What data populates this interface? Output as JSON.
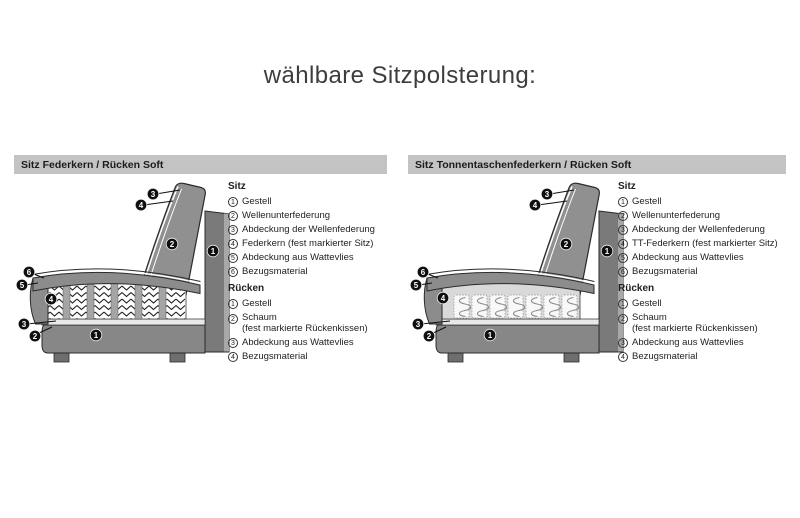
{
  "title": "wählbare Sitzpolsterung:",
  "colors": {
    "header_bg": "#c3c3c3",
    "cushion_gray": "#8f8f8f",
    "frame_gray": "#7a7a7a",
    "base_gray": "#878787",
    "pocket_row_bg": "#d9d9d9",
    "spring_box_bg": "#ffffff",
    "callout_bg": "#0f0f0f"
  },
  "panels": [
    {
      "id": "federkern",
      "header": "Sitz Federkern / Rücken Soft",
      "diagram": {
        "type": "federkern-springs",
        "callouts": [
          "3",
          "4",
          "2",
          "1",
          "6",
          "5",
          "4",
          "3",
          "2",
          "1"
        ]
      },
      "legend": {
        "sections": [
          {
            "title": "Sitz",
            "items": [
              {
                "num": "1",
                "text": "Gestell"
              },
              {
                "num": "2",
                "text": "Wellenunterfederung"
              },
              {
                "num": "3",
                "text": "Abdeckung der Wellenfederung"
              },
              {
                "num": "4",
                "text": "Federkern (fest markierter Sitz)"
              },
              {
                "num": "5",
                "text": "Abdeckung aus Wattevlies"
              },
              {
                "num": "6",
                "text": "Bezugsmaterial"
              }
            ]
          },
          {
            "title": "Rücken",
            "items": [
              {
                "num": "1",
                "text": "Gestell"
              },
              {
                "num": "2",
                "text": "Schaum",
                "text2": "(fest markierte Rückenkissen)"
              },
              {
                "num": "3",
                "text": "Abdeckung aus Wattevlies"
              },
              {
                "num": "4",
                "text": "Bezugsmaterial"
              }
            ]
          }
        ]
      }
    },
    {
      "id": "tonnentaschenfederkern",
      "header": "Sitz Tonnentaschenfederkern / Rücken Soft",
      "diagram": {
        "type": "pocket-springs",
        "callouts": [
          "3",
          "4",
          "2",
          "1",
          "6",
          "5",
          "4",
          "3",
          "2",
          "1"
        ]
      },
      "legend": {
        "sections": [
          {
            "title": "Sitz",
            "items": [
              {
                "num": "1",
                "text": "Gestell"
              },
              {
                "num": "2",
                "text": "Wellenunterfederung"
              },
              {
                "num": "3",
                "text": "Abdeckung der Wellenfederung"
              },
              {
                "num": "4",
                "text": "TT-Federkern (fest markierter Sitz)"
              },
              {
                "num": "5",
                "text": "Abdeckung aus Wattevlies"
              },
              {
                "num": "6",
                "text": "Bezugsmaterial"
              }
            ]
          },
          {
            "title": "Rücken",
            "items": [
              {
                "num": "1",
                "text": "Gestell"
              },
              {
                "num": "2",
                "text": "Schaum",
                "text2": "(fest markierte Rückenkissen)"
              },
              {
                "num": "3",
                "text": "Abdeckung aus Wattevlies"
              },
              {
                "num": "4",
                "text": "Bezugsmaterial"
              }
            ]
          }
        ]
      }
    }
  ]
}
